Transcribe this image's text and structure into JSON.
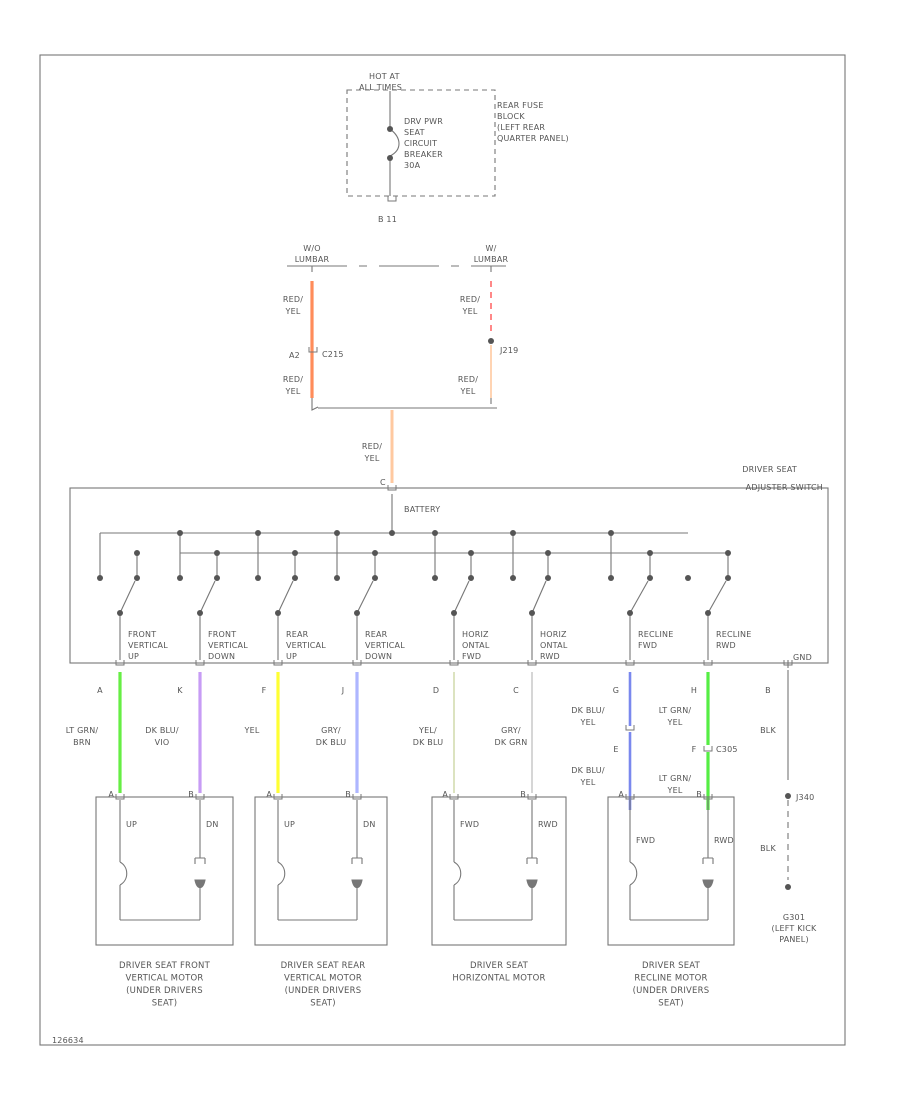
{
  "colors": {
    "line": "#777777",
    "red_yel": "#ff8c5a",
    "red_yel_pale": "#ffc9a0",
    "red_dash": "#ff6a6a",
    "lt_grn_brn": "#66ee44",
    "dk_blu_vio": "#c79cf5",
    "yel": "#ffff33",
    "gry_dk_blu": "#aeb6ff",
    "yel_dk_blu": "#d4dcb0",
    "gry_dk_grn": "#cccccc",
    "dk_blu_yel": "#7a88ee",
    "lt_grn_yel": "#55ee44"
  },
  "fuse": {
    "hot_at_1": "HOT AT",
    "hot_at_2": "ALL TIMES",
    "name_lines": [
      "DRV PWR",
      "SEAT",
      "CIRCUIT",
      "BREAKER",
      "30A"
    ],
    "block_lines": [
      "REAR FUSE",
      "BLOCK",
      "(LEFT REAR",
      "QUARTER PANEL)"
    ],
    "pin_label": "B    11"
  },
  "feed": {
    "left_top": [
      "W/O",
      "LUMBAR"
    ],
    "right_top": [
      "W/",
      "LUMBAR"
    ],
    "wire_label": [
      "RED/",
      "YEL"
    ],
    "c2_pin": "A2",
    "c2_name": "C215",
    "c3_name": "J219"
  },
  "switch": {
    "title": "DRIVER SEAT",
    "subtitle": "ADJUSTER SWITCH",
    "battery": "BATTERY",
    "pin_c": "C",
    "gnd": "GND",
    "labels": [
      [
        "FRONT",
        "VERTICAL",
        "UP"
      ],
      [
        "FRONT",
        "VERTICAL",
        "DOWN"
      ],
      [
        "REAR",
        "VERTICAL",
        "UP"
      ],
      [
        "REAR",
        "VERTICAL",
        "DOWN"
      ],
      [
        "HORIZ",
        "ONTAL",
        "FWD"
      ],
      [
        "HORIZ",
        "ONTAL",
        "RWD"
      ],
      [
        "RECLINE",
        "FWD"
      ],
      [
        "RECLINE",
        "RWD"
      ]
    ]
  },
  "wires": {
    "pins": [
      "A",
      "K",
      "F",
      "J",
      "D",
      "C",
      "G",
      "H",
      "B"
    ],
    "labels": [
      [
        "LT GRN/",
        "BRN"
      ],
      [
        "DK BLU/",
        "VIO"
      ],
      [
        "YEL"
      ],
      [
        "GRY/",
        "DK BLU"
      ],
      [
        "YEL/",
        "DK BLU"
      ],
      [
        "GRY/",
        "DK GRN"
      ],
      [
        "DK BLU/",
        "YEL"
      ],
      [
        "LT GRN/",
        "YEL"
      ],
      [
        "BLK"
      ]
    ],
    "lower_g": [
      "DK BLU/",
      "YEL"
    ],
    "lower_h": [
      "LT GRN/",
      "YEL"
    ],
    "pin_e": "E",
    "pin_f": "F",
    "c_name": "C305",
    "blk2": "BLK",
    "j_name": "J340"
  },
  "motors": {
    "pin_a": "A",
    "pin_b": "B",
    "terms": [
      [
        "UP",
        "DN"
      ],
      [
        "UP",
        "DN"
      ],
      [
        "FWD",
        "RWD"
      ],
      [
        "FWD",
        "RWD"
      ]
    ],
    "captions": [
      [
        "DRIVER SEAT FRONT",
        "VERTICAL MOTOR",
        "(UNDER DRIVERS",
        "SEAT)"
      ],
      [
        "DRIVER SEAT REAR",
        "VERTICAL MOTOR",
        "(UNDER DRIVERS",
        "SEAT)"
      ],
      [
        "DRIVER SEAT",
        "HORIZONTAL MOTOR"
      ],
      [
        "DRIVER SEAT",
        "RECLINE MOTOR",
        "(UNDER DRIVERS",
        "SEAT)"
      ]
    ]
  },
  "ground": [
    "G301",
    "(LEFT KICK",
    "PANEL)"
  ],
  "figure_code": "126634"
}
